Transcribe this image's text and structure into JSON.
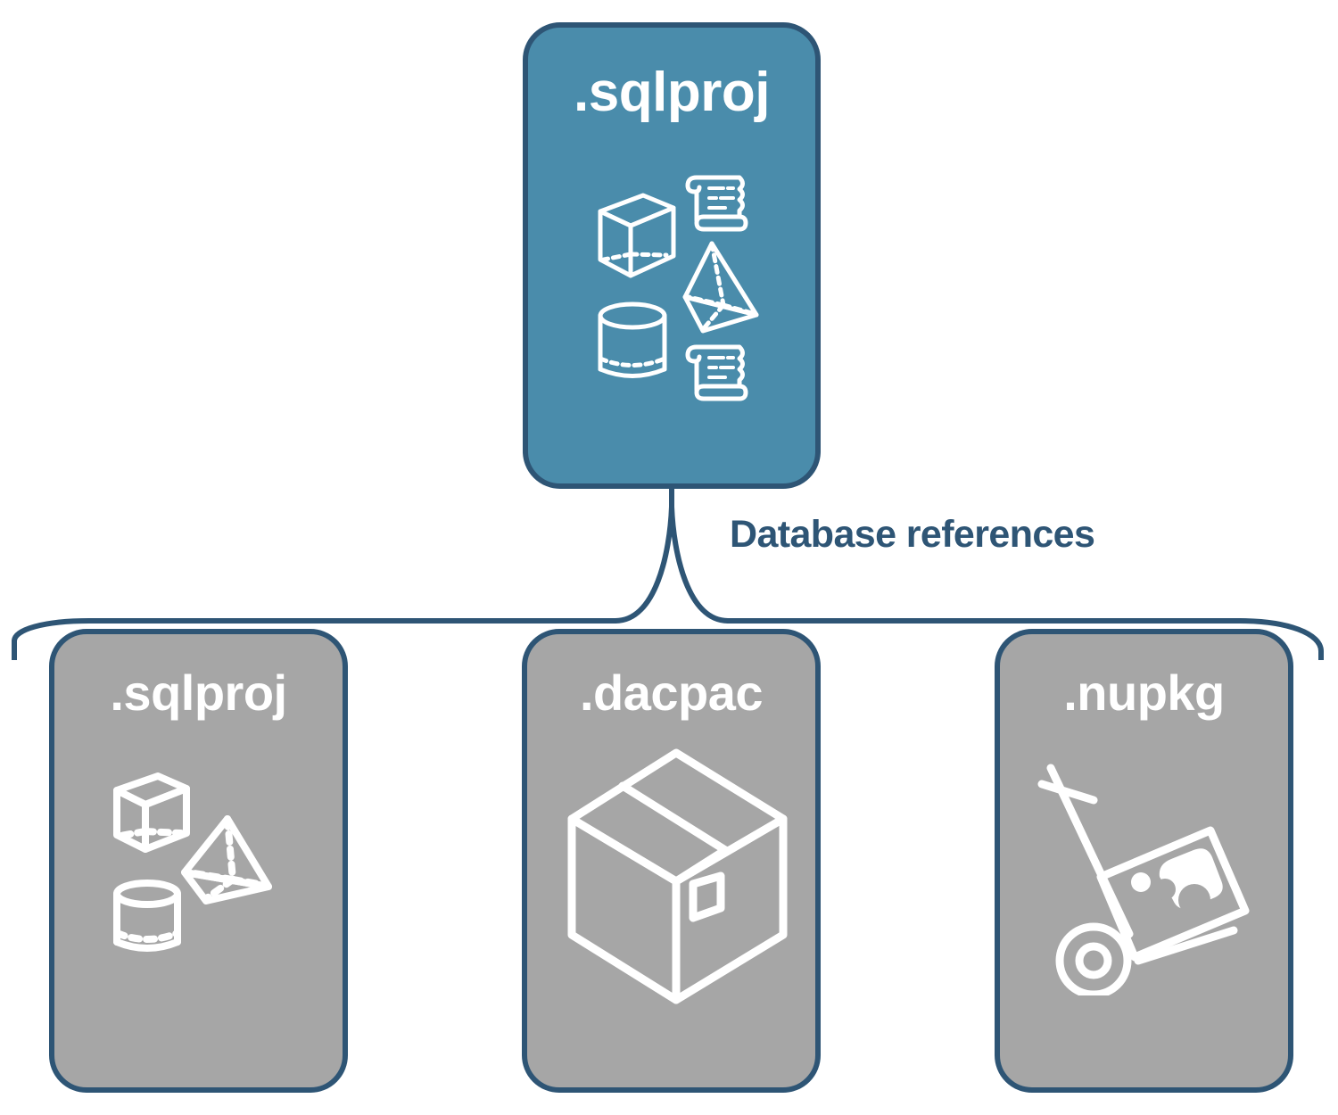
{
  "diagram": {
    "title_text": "Database references",
    "colors": {
      "accent_blue": "#4a8cab",
      "card_gray": "#a6a6a6",
      "outline_navy": "#2e5575",
      "icon_white": "#ffffff",
      "background": "#ffffff"
    }
  },
  "root_node": {
    "label": ".sqlproj",
    "fill": "#4a8cab",
    "icons": [
      "cube-wireframe-icon",
      "scroll-document-icon",
      "pyramid-wireframe-icon",
      "cylinder-wireframe-icon",
      "scroll-document-icon"
    ]
  },
  "connector": {
    "label": "Database references",
    "style": "curly-brace"
  },
  "reference_nodes": [
    {
      "id": "sqlproj",
      "label": ".sqlproj",
      "fill": "#a6a6a6",
      "icons": [
        "cube-wireframe-icon",
        "pyramid-wireframe-icon",
        "cylinder-wireframe-icon"
      ]
    },
    {
      "id": "dacpac",
      "label": ".dacpac",
      "fill": "#a6a6a6",
      "icons": [
        "package-box-icon"
      ]
    },
    {
      "id": "nupkg",
      "label": ".nupkg",
      "fill": "#a6a6a6",
      "icons": [
        "hand-truck-nuget-icon"
      ]
    }
  ]
}
